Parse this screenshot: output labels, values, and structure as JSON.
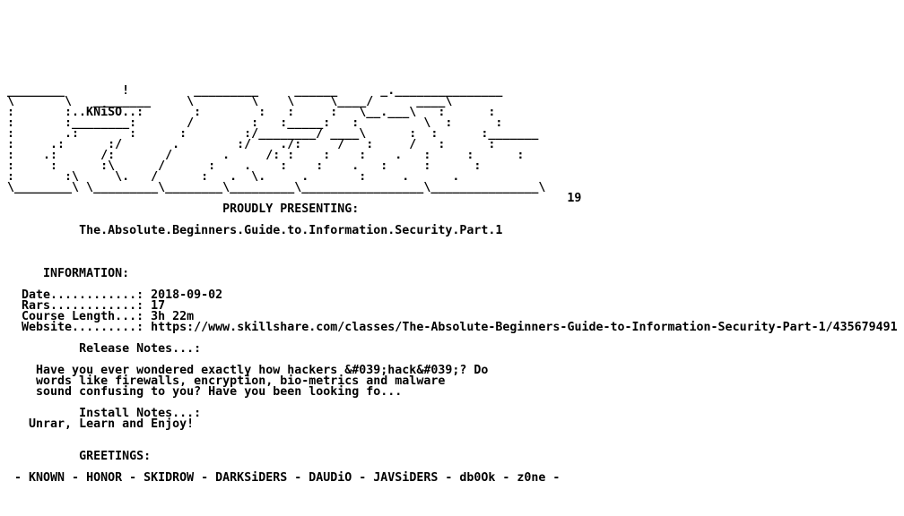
{
  "banner": [
    "",
    "",
    "",
    "",
    "",
    "",
    "",
    "",
    "________        !         _________     ______      _._______________",
    "\\       \\   ________     \\        \\    \\     \\____/      ____\\      ",
    ":       :..KNiSO..:       :        :   :     :   \\__.___\\   :      :",
    ":       :________:       /        :   :_____:   :         \\  :      :",
    ":       .:       :      :        :/________/ ____\\      :  :      :_______",
    ":     .:      :/       .        :/    ./:     /   :     /   :      :",
    ":    .:      /:       /       .     /: :    :    :    .   :     :      :",
    ":     :      :\\      /      :    .    :    :    .   :     :      :",
    ":       :\\     \\.   /      :   .  \\.     .       :     .      .",
    "\\________\\ \\_________\\________\\_________\\_________________\\_______________\\"
  ],
  "crew_number": "19",
  "presenting": "PROUDLY PRESENTING:",
  "release_name": "The.Absolute.Beginners.Guide.to.Information.Security.Part.1",
  "info_header": "INFORMATION:",
  "info_rows": [
    {
      "label": "Date............:",
      "value": "2018-09-02"
    },
    {
      "label": "Rars............:",
      "value": "17"
    },
    {
      "label": "Course Length...:",
      "value": "3h 22m"
    },
    {
      "label": "Website.........:",
      "value": "https://www.skillshare.com/classes/The-Absolute-Beginners-Guide-to-Information-Security-Part-1/435679491"
    }
  ],
  "release_notes_header": "Release Notes...:",
  "release_notes": [
    "Have you ever wondered exactly how hackers &#039;hack&#039;? Do",
    "words like firewalls, encryption, bio-metrics and malware",
    "sound confusing to you? Have you been looking fo..."
  ],
  "install_notes_header": "Install Notes...:",
  "install_notes": "Unrar, Learn and Enjoy!",
  "greetings_header": "GREETINGS:",
  "greetings": "- KNOWN - HONOR - SKIDROW - DARKSiDERS - DAUDiO - JAVSiDERS - db0Ok - z0ne -"
}
